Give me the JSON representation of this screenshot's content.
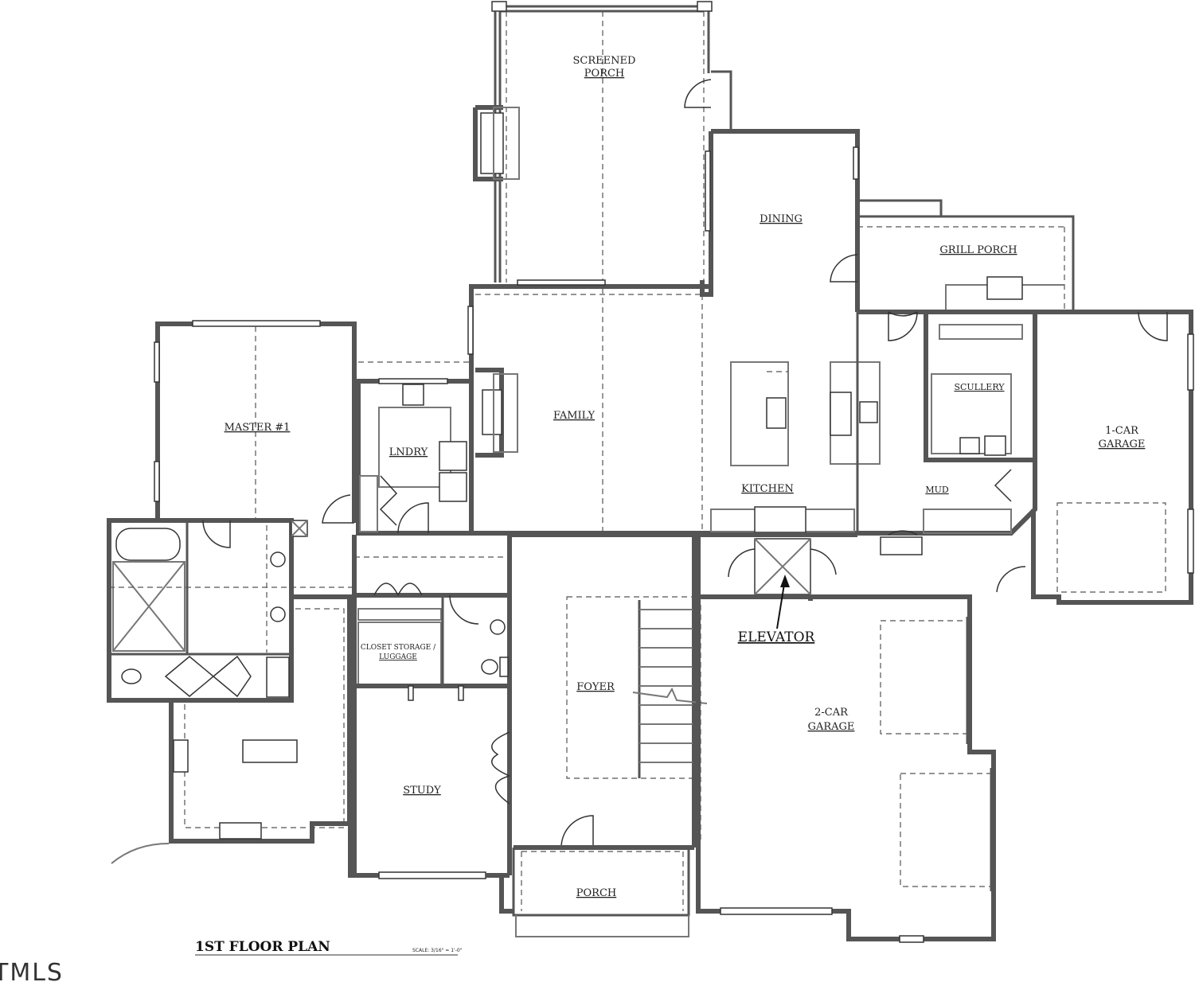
{
  "plan": {
    "title": "1ST FLOOR PLAN",
    "scale": "SCALE: 3/16\" = 1'-0\"",
    "watermark": "TMLS",
    "rooms": {
      "screened_porch": [
        "SCREENED",
        "PORCH"
      ],
      "dining": "DINING",
      "grill_porch": "GRILL PORCH",
      "master": "MASTER #1",
      "laundry": "LNDRY",
      "family": "FAMILY",
      "kitchen": "KITCHEN",
      "scullery": "SCULLERY",
      "mud": "MUD",
      "one_car_garage": [
        "1-CAR",
        "GARAGE"
      ],
      "elevator": "ELEVATOR",
      "closet": [
        "CLOSET STORAGE /",
        "LUGGAGE"
      ],
      "foyer": "FOYER",
      "two_car_garage": [
        "2-CAR",
        "GARAGE"
      ],
      "study": "STUDY",
      "porch": "PORCH"
    }
  }
}
